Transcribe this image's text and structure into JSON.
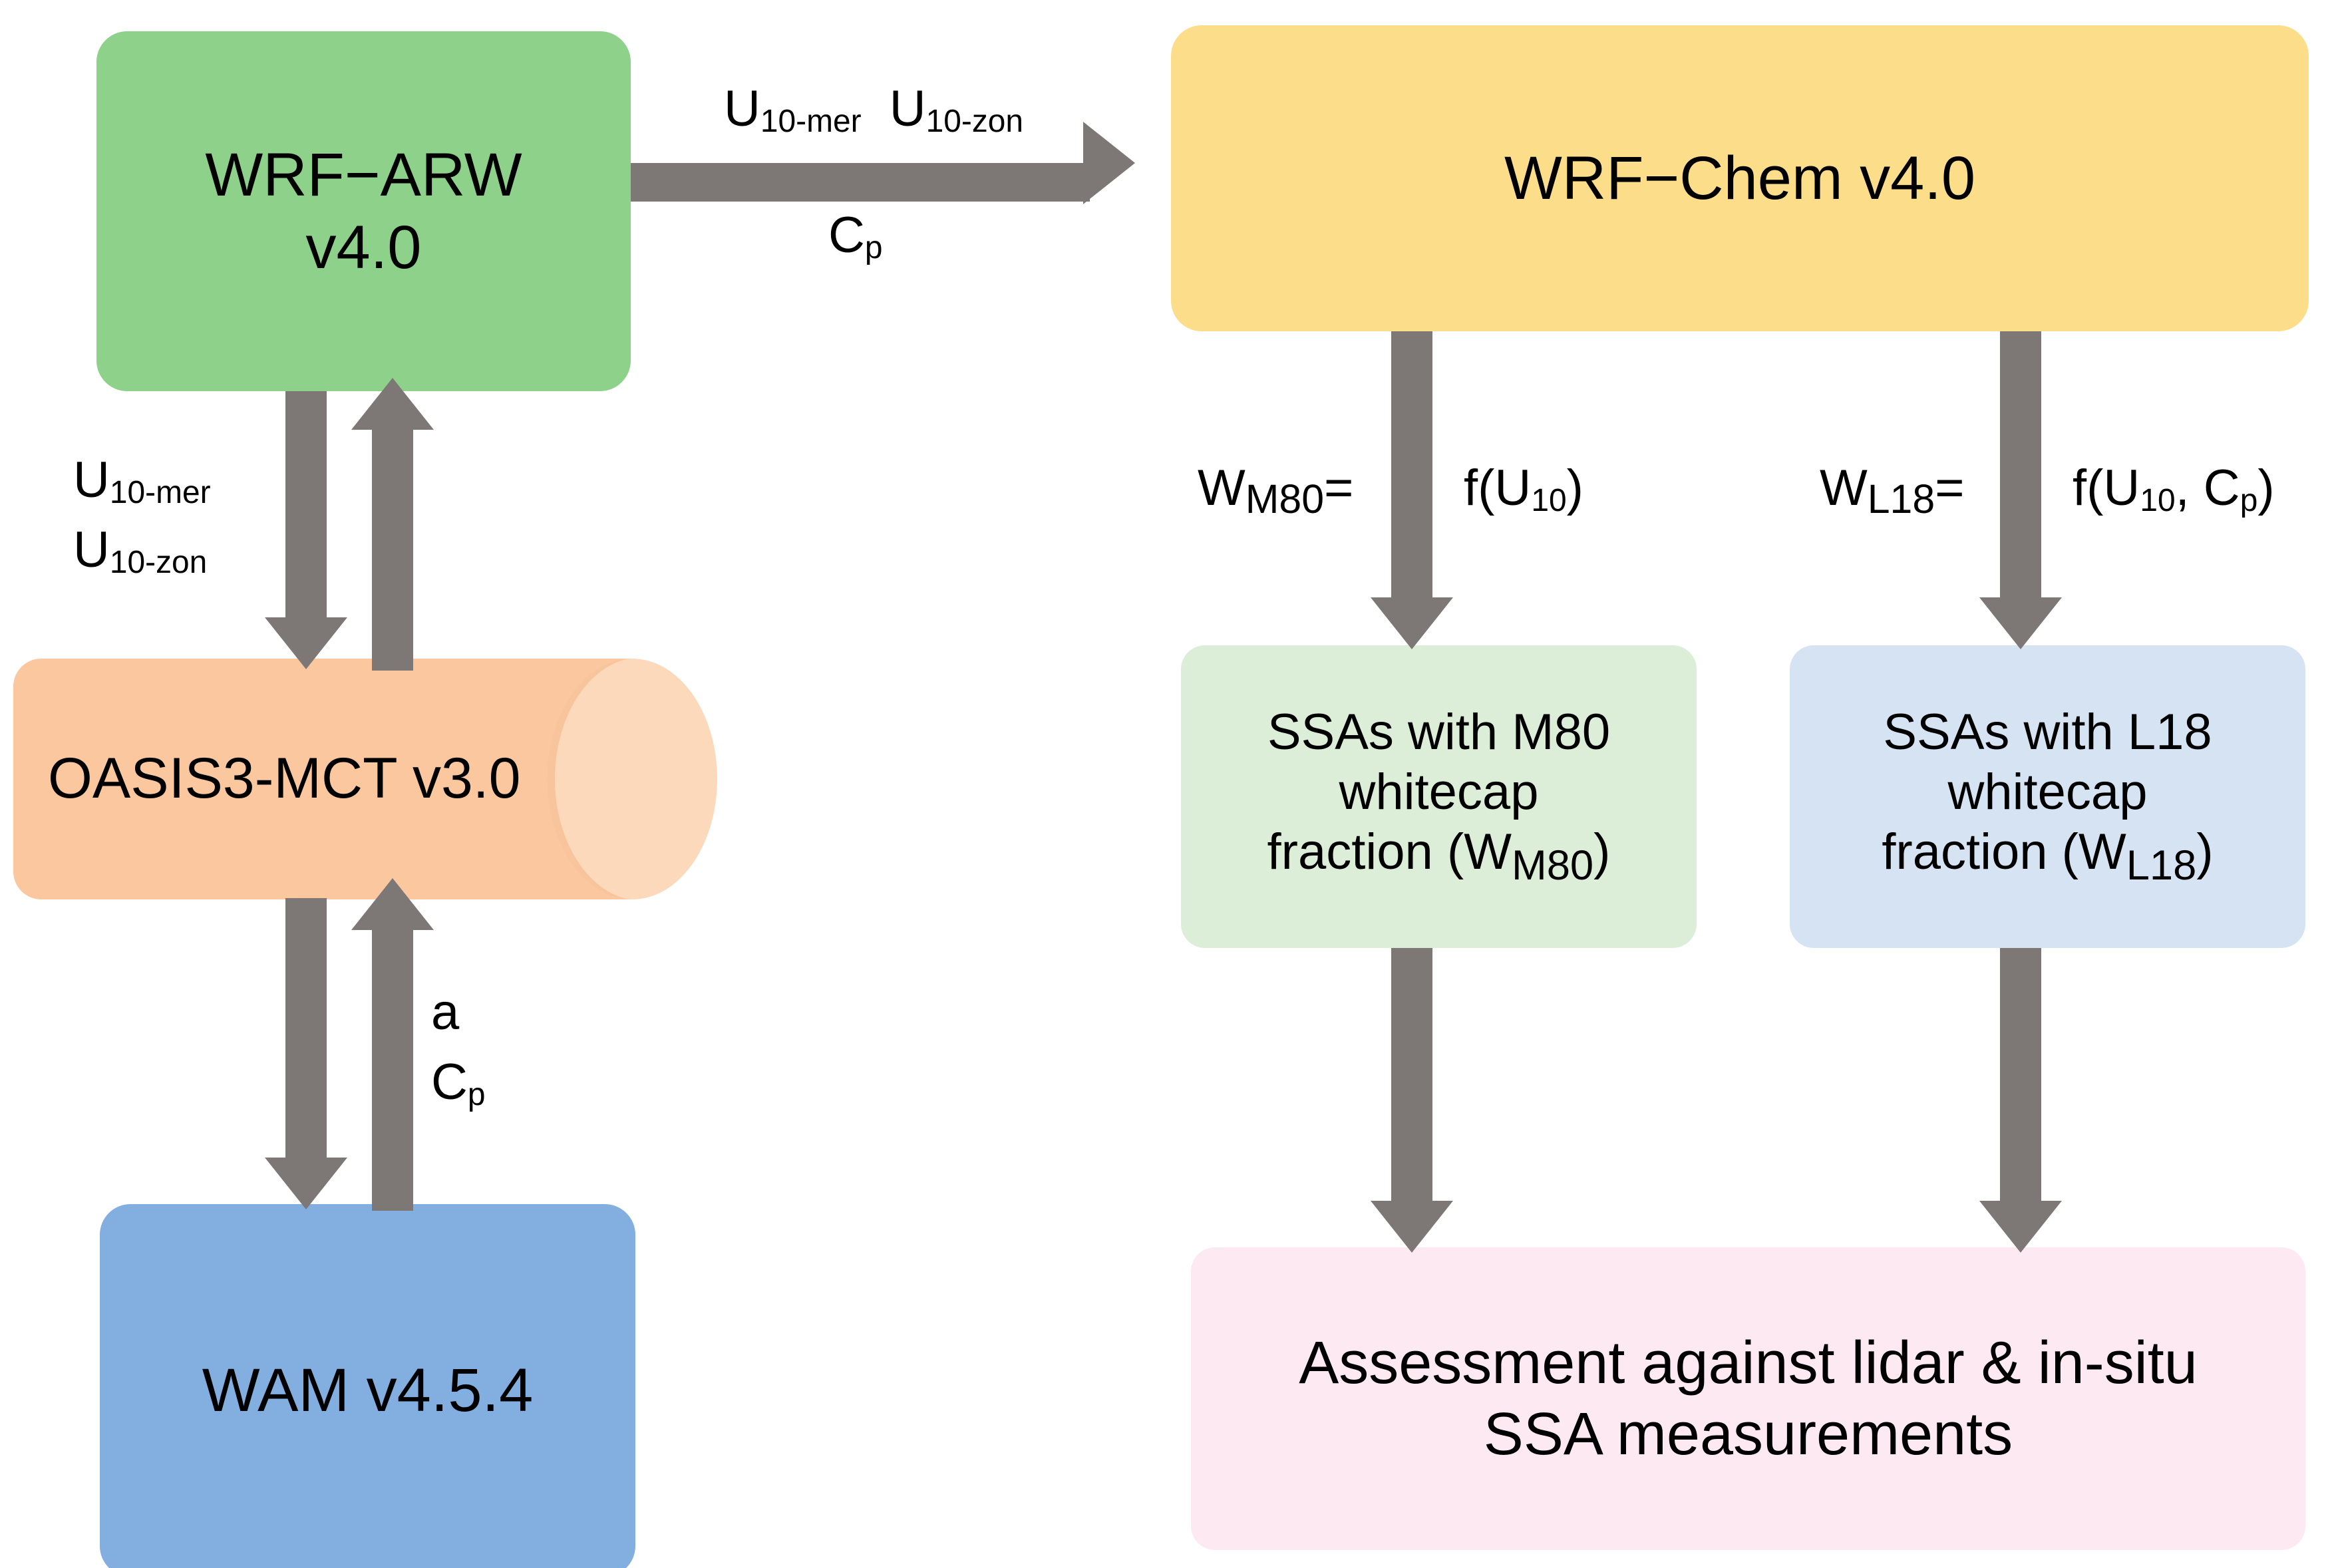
{
  "diagram": {
    "title": "WRF-ARW / WAM / WRF-Chem coupled modelling workflow",
    "background": "#ffffff",
    "arrow_color": "#7d7876"
  },
  "nodes": {
    "wrf_arw": {
      "line1": "WRF−ARW",
      "line2": "v4.0",
      "color": "#8dd18a"
    },
    "wrf_chem": {
      "label": "WRF−Chem v4.0",
      "color": "#fbdd8a"
    },
    "oasis": {
      "label": "OASIS3-MCT v3.0",
      "color": "#fbc79e"
    },
    "wam": {
      "label": "WAM v4.5.4",
      "color": "#83aee0"
    },
    "ssa_m80": {
      "line1": "SSAs with M80",
      "line2": "whitecap",
      "line3_pre": "fraction (W",
      "line3_sub": "M80",
      "line3_post": ")",
      "color": "#dcedd8"
    },
    "ssa_l18": {
      "line1": "SSAs with L18",
      "line2": "whitecap",
      "line3_pre": "fraction (W",
      "line3_sub": "L18",
      "line3_post": ")",
      "color": "#d6e3f3"
    },
    "assessment": {
      "line1": "Assessment against lidar & in-situ",
      "line2": "SSA measurements",
      "color": "#fce9f2"
    }
  },
  "edges": {
    "arw_to_chem": {
      "above_1_base": "U",
      "above_1_sub": "10-mer",
      "above_2_base": "U",
      "above_2_sub": "10-zon",
      "below_base": "C",
      "below_sub": "p"
    },
    "arw_to_oasis": {
      "line1_base": "U",
      "line1_sub": "10-mer",
      "line2_base": "U",
      "line2_sub": "10-zon"
    },
    "oasis_to_wam": {
      "line1": "a",
      "line2_base": "C",
      "line2_sub": "p"
    },
    "chem_to_ssa_m80": {
      "left_base": "W",
      "left_sub": "M80",
      "left_post": "=",
      "right": "f(U",
      "right_sub": "10",
      "right_post": ")"
    },
    "chem_to_ssa_l18": {
      "left_base": "W",
      "left_sub": "L18",
      "left_post": "=",
      "right": "f(U",
      "right_sub": "10",
      "right_post": ", C",
      "right_sub2": "p",
      "right_post2": ")"
    }
  }
}
